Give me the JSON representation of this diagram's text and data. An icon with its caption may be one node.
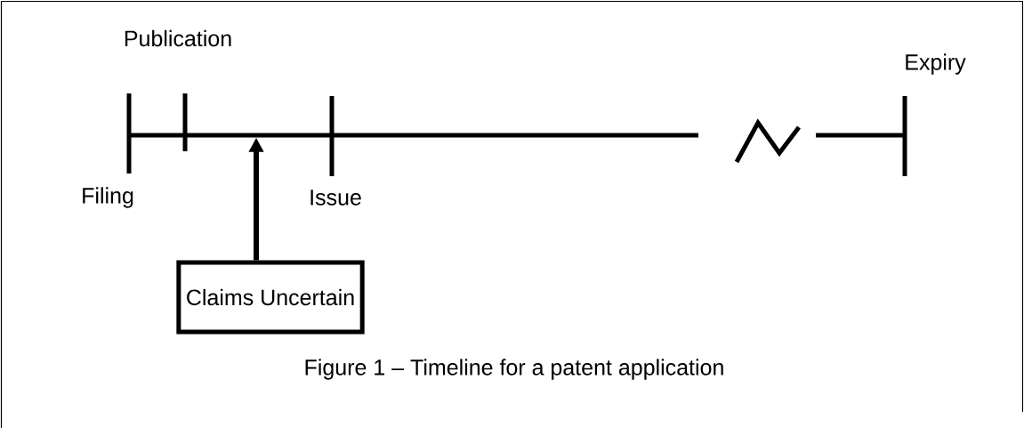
{
  "diagram": {
    "caption": "Figure 1 – Timeline for a patent application",
    "nodes": [
      {
        "text": [
          "Claims Uncertain"
        ]
      },
      {
        "text": [],
        "shape": "bar"
      }
    ],
    "edges": [
      {
        "from": 0,
        "to": 1,
        "arrow": "to"
      }
    ],
    "labels": [
      "Publication",
      "Filing",
      "Issue",
      "Expiry"
    ]
  }
}
